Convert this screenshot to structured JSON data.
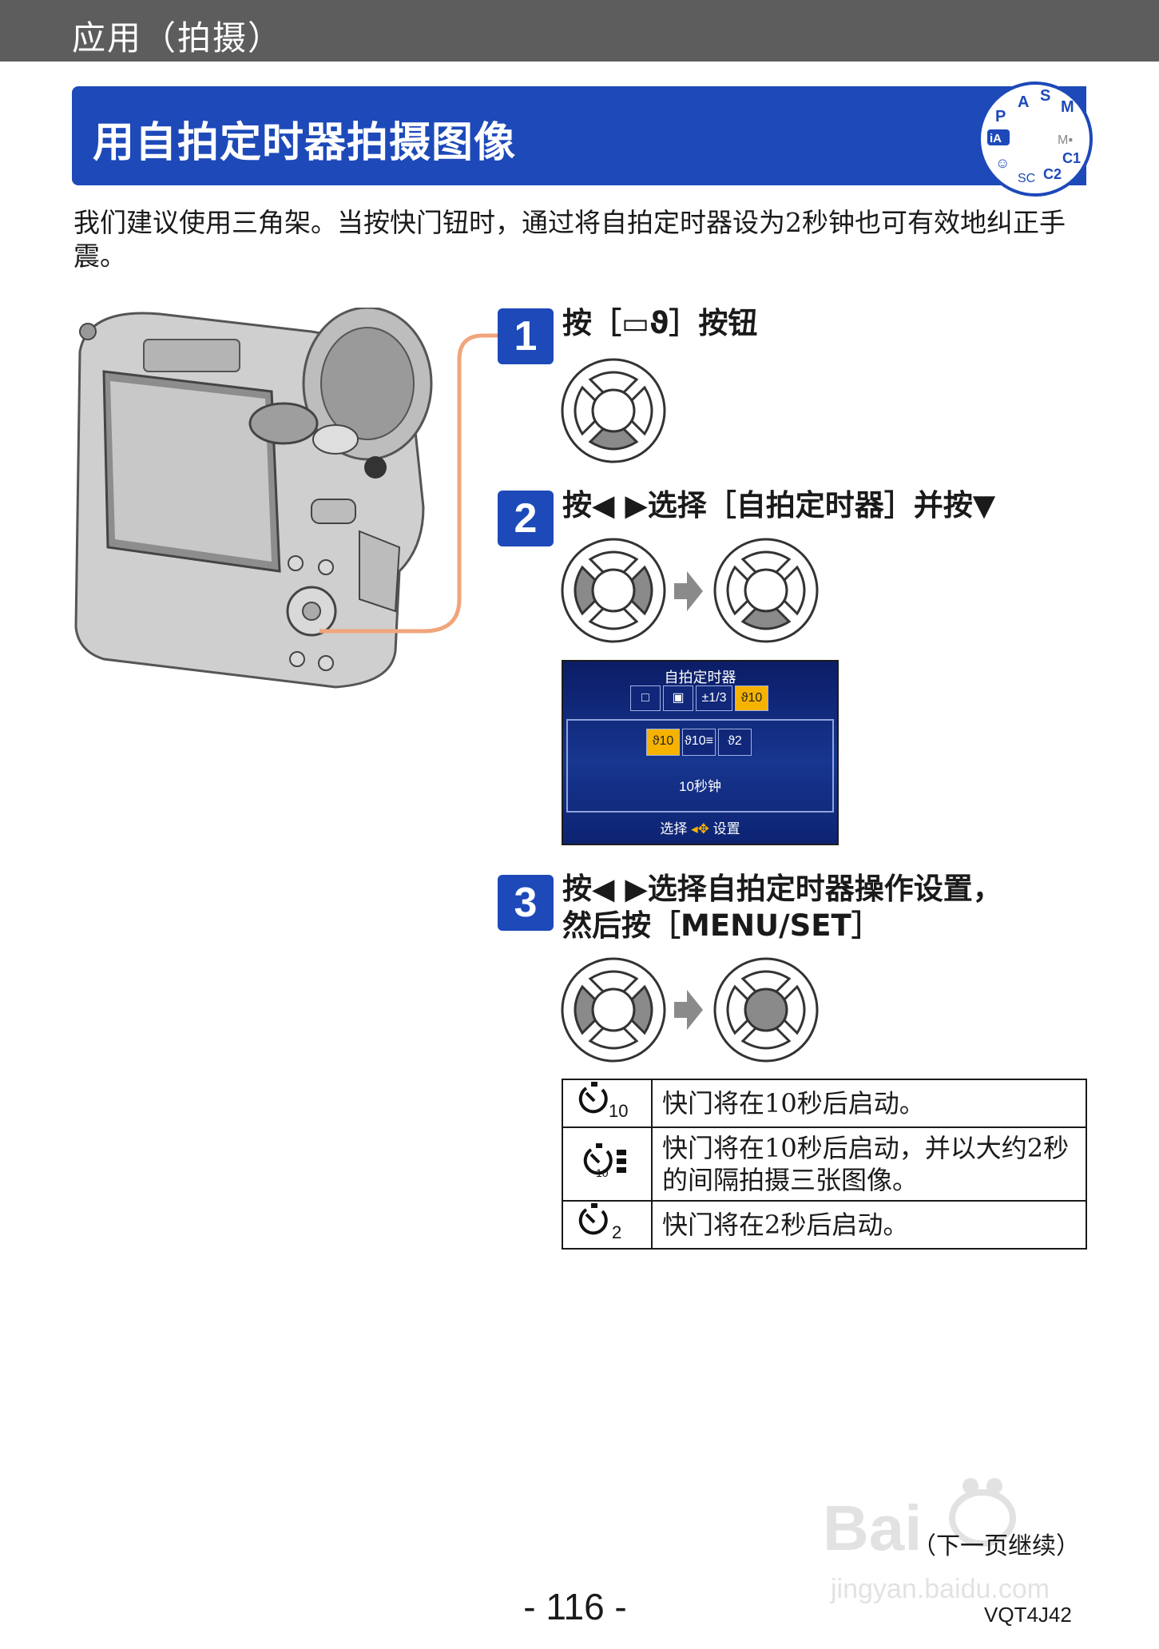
{
  "header": {
    "section": "应用（拍摄）"
  },
  "title": "用自拍定时器拍摄图像",
  "mode_dial": {
    "icons": [
      "mode-dial-icon"
    ]
  },
  "intro": "我们建议使用三角架。当按快门钮时，通过将自拍定时器设为2秒钟也可有效地纠正手震。",
  "steps": [
    {
      "number": "1",
      "text": "按［",
      "text_after": "］按钮"
    },
    {
      "number": "2",
      "text": "按◀ ▶选择［自拍定时器］并按▼"
    },
    {
      "number": "3",
      "line1": "按◀ ▶选择自拍定时器操作设置，",
      "line2": "然后按［MENU/SET］"
    }
  ],
  "menu_screen": {
    "title": "自拍定时器",
    "row1": [
      "□",
      "▣",
      "±1/3",
      "ϑ10"
    ],
    "row2": [
      "ϑ10",
      "ϑ10≡",
      "ϑ2"
    ],
    "description": "10秒钟",
    "footer_left": "选择",
    "footer_right": "设置"
  },
  "options": [
    {
      "icon_label": "10",
      "description": "快门将在10秒后启动。"
    },
    {
      "icon_label": "10",
      "description": "快门将在10秒后启动，并以大约2秒的间隔拍摄三张图像。"
    },
    {
      "icon_label": "2",
      "description": "快门将在2秒后启动。"
    }
  ],
  "footer": {
    "continued": "（下一页继续）",
    "page_number": "- 116 -",
    "code": "VQT4J42"
  },
  "colors": {
    "accent_blue": "#1d49b9",
    "header_gray": "#5d5d5d",
    "leader_orange": "#f0a57a",
    "highlight_yellow": "#f5b300"
  }
}
